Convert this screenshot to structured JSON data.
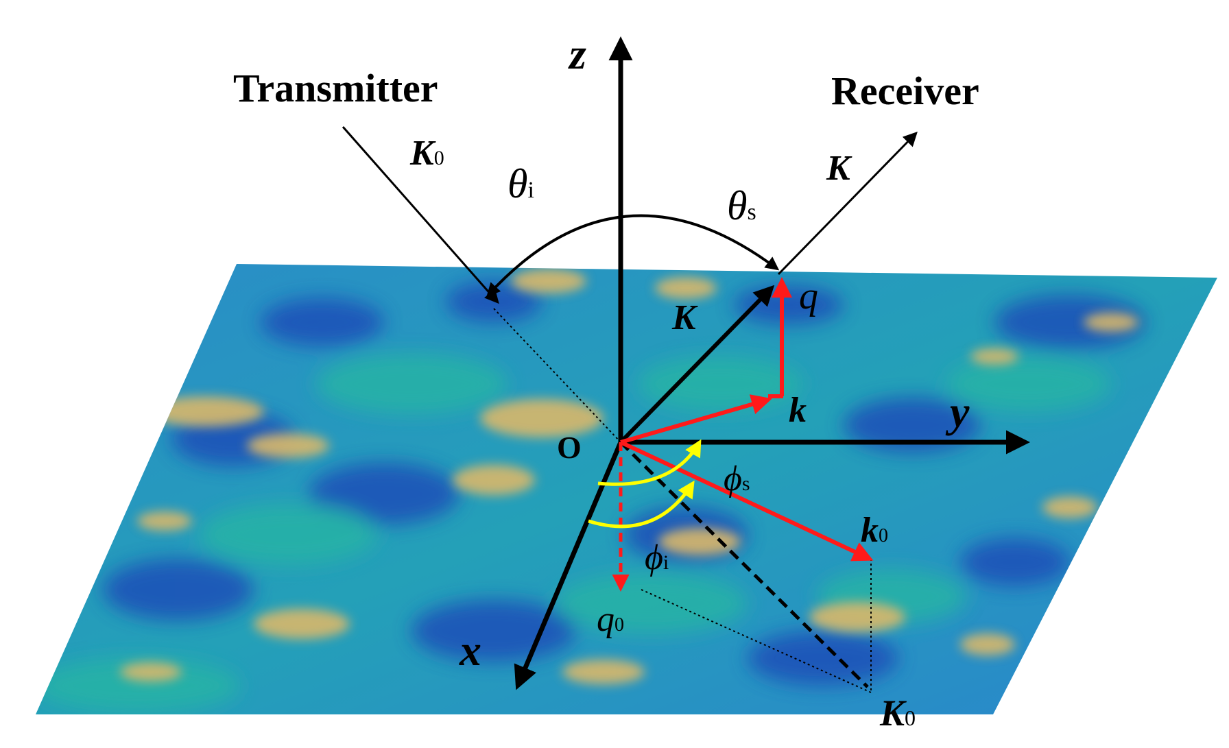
{
  "labels": {
    "transmitter": "Transmitter",
    "receiver": "Receiver",
    "z_axis": "z",
    "y_axis": "y",
    "x_axis": "x",
    "origin": "O",
    "K0_incident": "K",
    "K0_incident_sub": "0",
    "K_scattered": "K",
    "K_center": "K",
    "theta_i": "θ",
    "theta_i_sub": "i",
    "theta_s": "θ",
    "theta_s_sub": "s",
    "q": "q",
    "q0": "q",
    "q0_sub": "0",
    "k": "k",
    "k0": "k",
    "k0_sub": "0",
    "phi_s": "ϕ",
    "phi_s_sub": "s",
    "phi_i": "ϕ",
    "phi_i_sub": "i",
    "K0_bottom": "K",
    "K0_bottom_sub": "0"
  },
  "colors": {
    "axis": "#000000",
    "red_vector": "#ff1a1a",
    "yellow_arc": "#ffff00",
    "surface_blue": "#2a7fd0",
    "surface_deep_blue": "#1a4fb8",
    "surface_teal": "#1fb0b0",
    "surface_green": "#6cc08a",
    "surface_sand": "#d9b86a"
  }
}
